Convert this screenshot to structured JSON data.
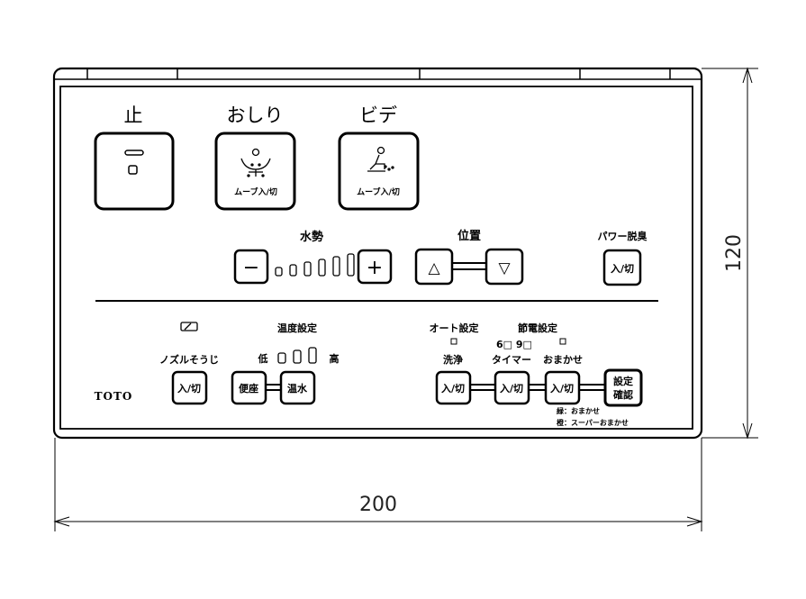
{
  "remote": {
    "top_buttons": {
      "stop": {
        "label": "止"
      },
      "oshiri": {
        "label": "おしり",
        "sub": "ムーブ入/切"
      },
      "bidet": {
        "label": "ビデ",
        "sub": "ムーブ入/切"
      }
    },
    "water_pressure": {
      "label": "水勢",
      "minus": "−",
      "plus": "+"
    },
    "position": {
      "label": "位置",
      "up": "△",
      "down": "▽"
    },
    "power_deodorize": {
      "label": "パワー脱臭",
      "button": "入/切"
    },
    "nozzle_clean": {
      "label": "ノズルそうじ",
      "button": "入/切"
    },
    "temperature": {
      "label": "温度設定",
      "low": "低",
      "high": "高",
      "seat": "便座",
      "water": "温水"
    },
    "auto_setting": {
      "label": "オート設定",
      "wash": "洗浄",
      "button": "入/切"
    },
    "power_saving": {
      "label": "節電設定",
      "timer_marks": "6□ 9□",
      "timer": "タイマー",
      "omakase": "おまかせ",
      "button_timer": "入/切",
      "button_omakase": "入/切"
    },
    "confirm": {
      "line1": "設定",
      "line2": "確認"
    },
    "legend": {
      "green": "緑：おまかせ",
      "orange": "橙：スーパーおまかせ"
    },
    "brand": "TOTO"
  },
  "dimensions": {
    "width": "200",
    "height": "120"
  }
}
